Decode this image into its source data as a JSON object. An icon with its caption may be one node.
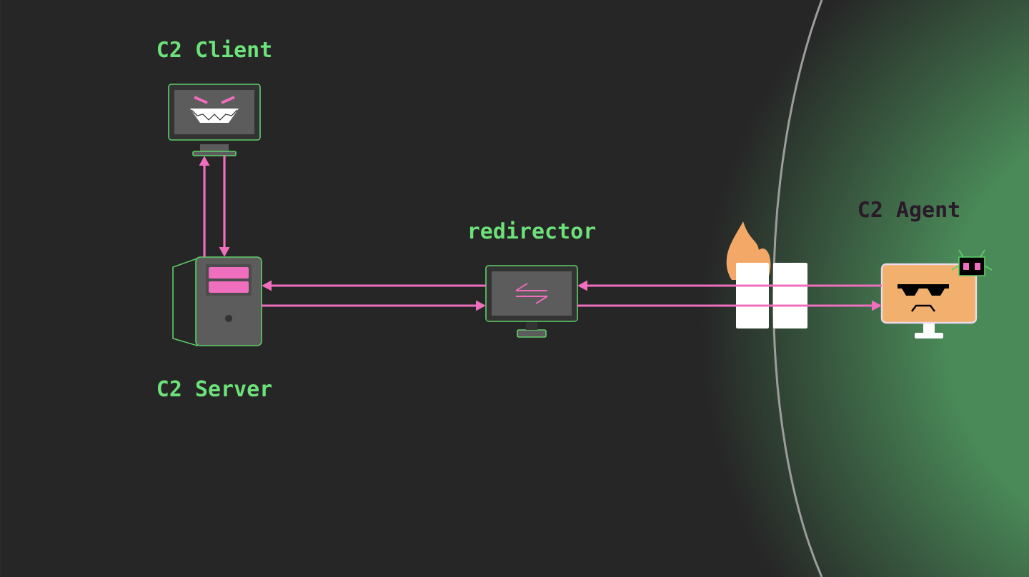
{
  "diagram": {
    "nodes": [
      {
        "text": [
          "C2 Client"
        ]
      },
      {
        "text": [
          "C2 Server"
        ]
      },
      {
        "text": [
          "redirector"
        ]
      },
      {
        "text": [
          "C2 Agent"
        ]
      }
    ],
    "edges": [
      {
        "from": 1,
        "to": 0,
        "arrow": "to"
      },
      {
        "from": 0,
        "to": 1,
        "arrow": "to"
      },
      {
        "from": 2,
        "to": 1,
        "arrow": "to"
      },
      {
        "from": 1,
        "to": 2,
        "arrow": "to"
      },
      {
        "from": 3,
        "to": 2,
        "arrow": "to"
      },
      {
        "from": 2,
        "to": 3,
        "arrow": "to"
      }
    ]
  }
}
